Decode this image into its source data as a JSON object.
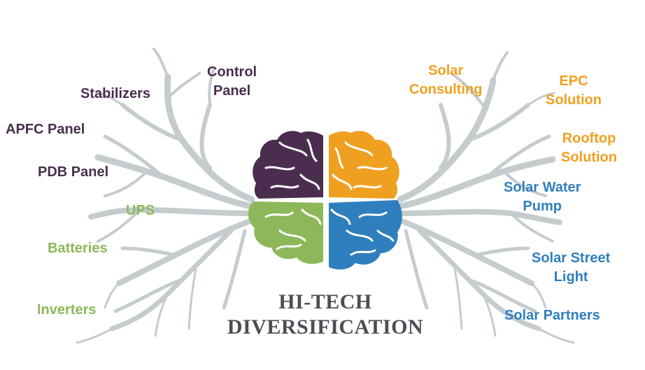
{
  "title": {
    "line1": "HI-TECH",
    "line2": "DIVERSIFICATION"
  },
  "colors": {
    "purple": "#4a2d4f",
    "green": "#8db85a",
    "orange": "#f0a020",
    "blue": "#2f7fbf",
    "branches": "#bfc6c9",
    "title": "#4d4d55"
  },
  "left_labels": {
    "control_panel": {
      "line1": "Control",
      "line2": "Panel"
    },
    "stabilizers": "Stabilizers",
    "apfc_panel": "APFC Panel",
    "pdb_panel": "PDB Panel",
    "ups": "UPS",
    "batteries": "Batteries",
    "inverters": "Inverters"
  },
  "right_labels": {
    "solar_consulting": {
      "line1": "Solar",
      "line2": "Consulting"
    },
    "epc_solution": {
      "line1": "EPC",
      "line2": "Solution"
    },
    "rooftop_solution": {
      "line1": "Rooftop",
      "line2": "Solution"
    },
    "solar_water_pump": {
      "line1": "Solar Water",
      "line2": "Pump"
    },
    "solar_street_light": {
      "line1": "Solar Street",
      "line2": "Light"
    },
    "solar_partners": "Solar Partners"
  },
  "icons": {
    "brain": "brain-icon"
  }
}
